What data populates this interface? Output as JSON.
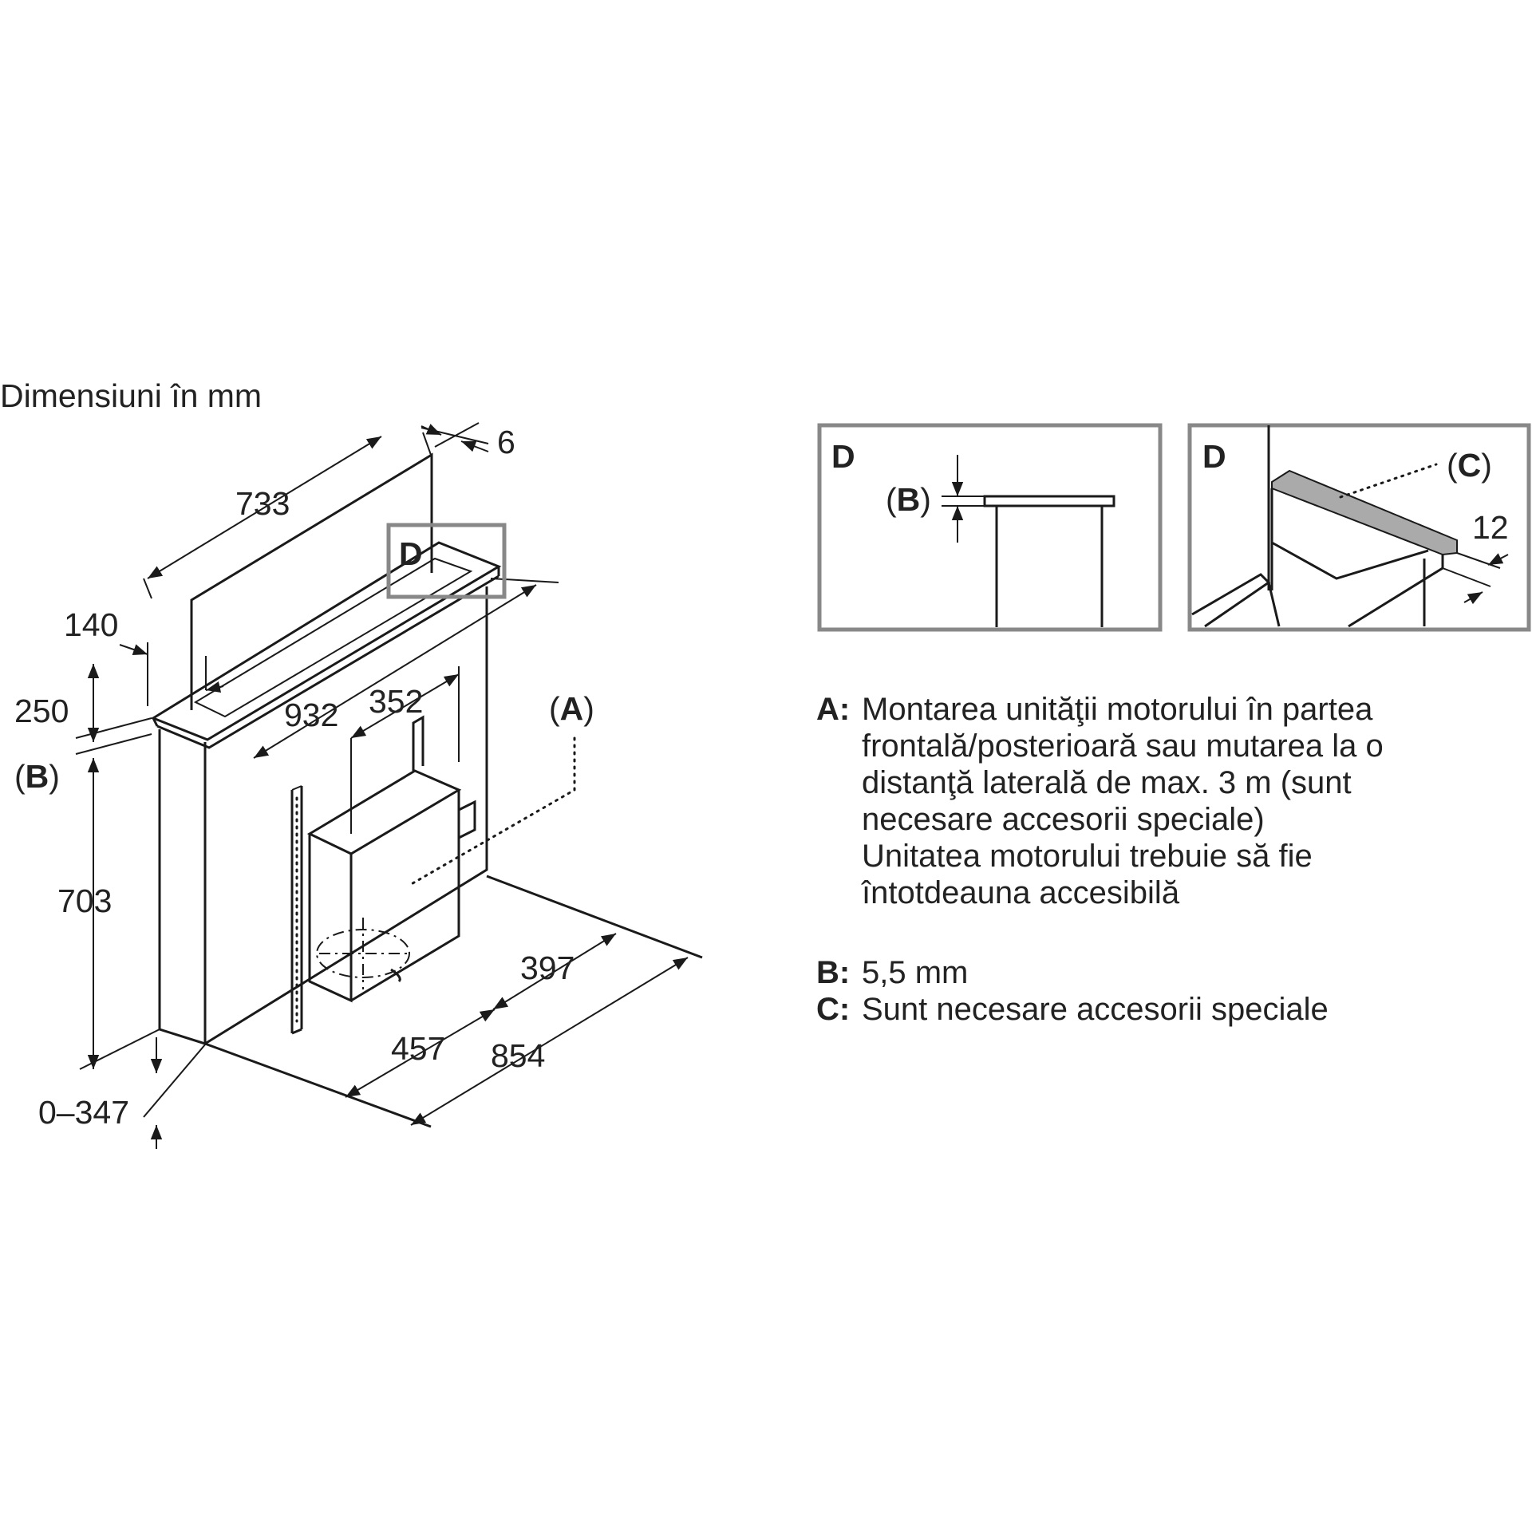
{
  "title": "Dimensiuni în mm",
  "dimensions": {
    "d6": "6",
    "d733": "733",
    "d140": "140",
    "d250": "250",
    "d932": "932",
    "d352": "352",
    "d703": "703",
    "d397": "397",
    "d457": "457",
    "d854": "854",
    "d0_347": "0–347",
    "d12": "12"
  },
  "callouts": {
    "A": "A",
    "B": "B",
    "C": "C",
    "D": "D"
  },
  "legend": {
    "a_key": "A:",
    "a_lines": [
      "Montarea unităţii motorului în partea",
      "frontală/posterioară sau mutarea la o",
      "distanţă laterală de max. 3 m (sunt",
      "necesare accesorii speciale)",
      "Unitatea motorului trebuie să fie",
      "întotdeauna accesibilă"
    ],
    "b_key": "B:",
    "b_text": "5,5 mm",
    "c_key": "C:",
    "c_text": "Sunt necesare accesorii speciale"
  }
}
